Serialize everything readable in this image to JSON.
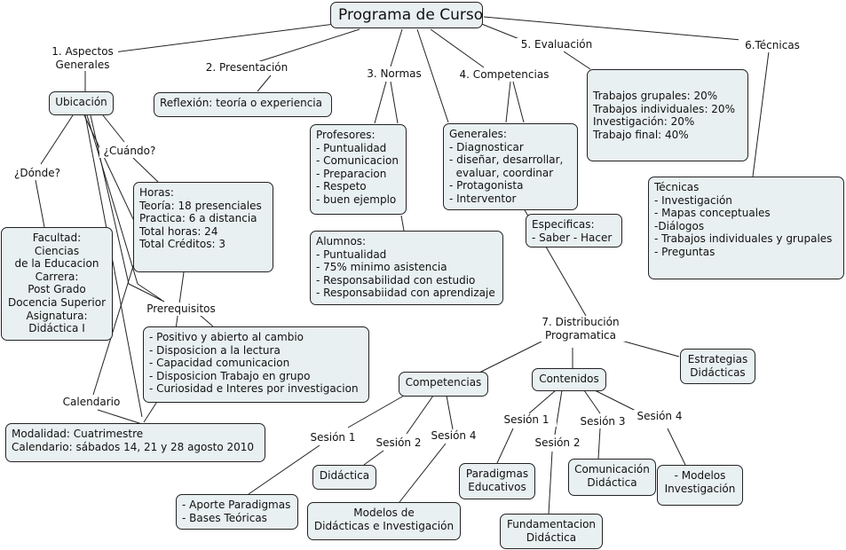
{
  "concept_map": {
    "title": "Programa de Curso",
    "links": {
      "aspectos": "1. Aspectos\nGenerales",
      "presentacion": "2. Presentación",
      "normas": "3. Normas",
      "competencias": "4. Competencias",
      "evaluacion": "5. Evaluación",
      "tecnicas": "6.Técnicas",
      "cuando": "¿Cuándo?",
      "donde": "¿Dónde?",
      "prerequisitos": "Prerequisitos",
      "calendario": "Calendario",
      "distribucion": "7. Distribución\nProgramatica",
      "sesion1_comp": "Sesión 1",
      "sesion2_comp": "Sesión 2",
      "sesion4_comp": "Sesión 4",
      "sesion1_cont": "Sesión 1",
      "sesion2_cont": "Sesión 2",
      "sesion3_cont": "Sesión 3",
      "sesion4_cont": "Sesión 4"
    },
    "nodes": {
      "ubicacion": "Ubicación",
      "reflexion": "Reflexión: teoría o experiencia",
      "profesores": "Profesores:\n- Puntualidad\n- Comunicacion\n- Preparacion\n- Respeto\n- buen ejemplo",
      "alumnos": "Alumnos:\n- Puntualidad\n- 75% minimo asistencia\n- Responsabilidad con estudio\n- Responsabiidad con aprendizaje",
      "generales": "Generales:\n- Diagnosticar\n- diseñar, desarrollar,\n  evaluar, coordinar\n- Protagonista\n- Interventor",
      "especificas": "Especificas:\n- Saber - Hacer",
      "evaluacion": "Trabajos grupales: 20%\nTrabajos individuales: 20%\nInvestigación: 20%\nTrabajo final: 40%",
      "tecnicas": "Técnicas\n- Investigación\n- Mapas conceptuales\n-Diálogos\n- Trabajos individuales y grupales\n- Preguntas",
      "horas": "Horas:\nTeoría: 18 presenciales\nPractica: 6 a distancia\nTotal horas: 24\nTotal Créditos: 3",
      "facultad": "Facultad:\nCiencias\nde la Educacion\nCarrera:\nPost Grado\nDocencia Superior\nAsignatura:\nDidáctica I",
      "prerequisitos": "- Positivo y abierto al cambio\n- Disposicion a la lectura\n- Capacidad comunicacion\n- Disposicion Trabajo en grupo\n- Curiosidad e Interes por investigacion",
      "modalidad": "Modalidad: Cuatrimestre\nCalendario: sábados 14, 21 y 28 agosto 2010",
      "competencias": "Competencias",
      "contenidos": "Contenidos",
      "estrategias": "Estrategias\nDidácticas",
      "aporte": "- Aporte Paradigmas\n- Bases Teóricas",
      "didactica": "Didáctica",
      "modelos_didacticas": "Modelos de\nDidácticas e Investigación",
      "paradigmas": "Paradigmas\nEducativos",
      "fundamentacion": "Fundamentacion\nDidáctica",
      "comunicacion": "Comunicación\nDidáctica",
      "modelos_investigacion": "- Modelos\nInvestigación"
    }
  }
}
